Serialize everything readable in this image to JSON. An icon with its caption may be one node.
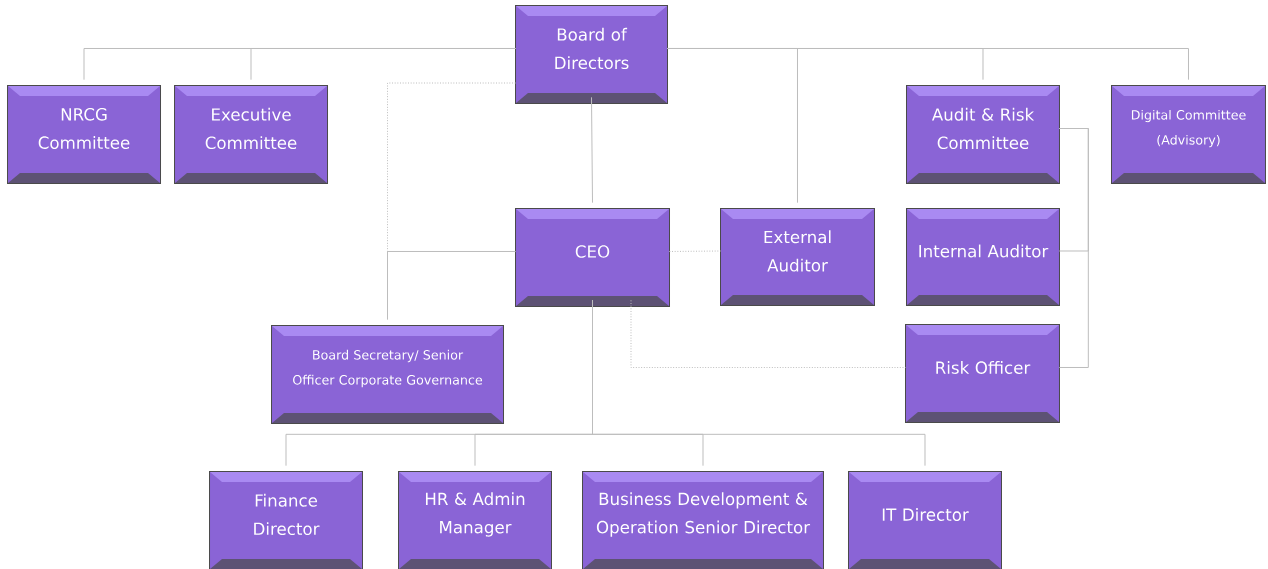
{
  "diagram": {
    "nodes": [
      {
        "text": [
          "Board of Directors"
        ]
      },
      {
        "text": [
          "NRCG Committee"
        ]
      },
      {
        "text": [
          "Executive Committee"
        ]
      },
      {
        "text": [
          "Audit & Risk Committee"
        ]
      },
      {
        "text": [
          "Digital Committee (Advisory)"
        ]
      },
      {
        "text": [
          "CEO"
        ]
      },
      {
        "text": [
          "External Auditor"
        ]
      },
      {
        "text": [
          "Internal Auditor"
        ]
      },
      {
        "text": [
          "Board Secretary/ Senior Officer Corporate Governance"
        ]
      },
      {
        "text": [
          "Risk Officer"
        ]
      },
      {
        "text": [
          "Finance Director"
        ]
      },
      {
        "text": [
          "HR & Admin Manager"
        ]
      },
      {
        "text": [
          "Business Development & Operation Senior Director"
        ]
      },
      {
        "text": [
          "IT Director"
        ]
      }
    ],
    "edges": [
      {
        "from": 0,
        "to": 1,
        "arrow": "none"
      },
      {
        "from": 0,
        "to": 2,
        "arrow": "none"
      },
      {
        "from": 0,
        "to": 5,
        "arrow": "none"
      },
      {
        "from": 0,
        "to": 6,
        "arrow": "none"
      },
      {
        "from": 0,
        "to": 3,
        "arrow": "none"
      },
      {
        "from": 0,
        "to": 4,
        "arrow": "none"
      },
      {
        "from": 0,
        "to": 8,
        "arrow": "none",
        "style": "dashed"
      },
      {
        "from": 5,
        "to": 8,
        "arrow": "none"
      },
      {
        "from": 5,
        "to": 6,
        "arrow": "none",
        "style": "dashed"
      },
      {
        "from": 5,
        "to": 9,
        "arrow": "none",
        "style": "dashed"
      },
      {
        "from": 3,
        "to": 7,
        "arrow": "none"
      },
      {
        "from": 3,
        "to": 9,
        "arrow": "none"
      },
      {
        "from": 5,
        "to": 10,
        "arrow": "none"
      },
      {
        "from": 5,
        "to": 11,
        "arrow": "none"
      },
      {
        "from": 5,
        "to": 12,
        "arrow": "none"
      },
      {
        "from": 5,
        "to": 13,
        "arrow": "none"
      }
    ]
  }
}
